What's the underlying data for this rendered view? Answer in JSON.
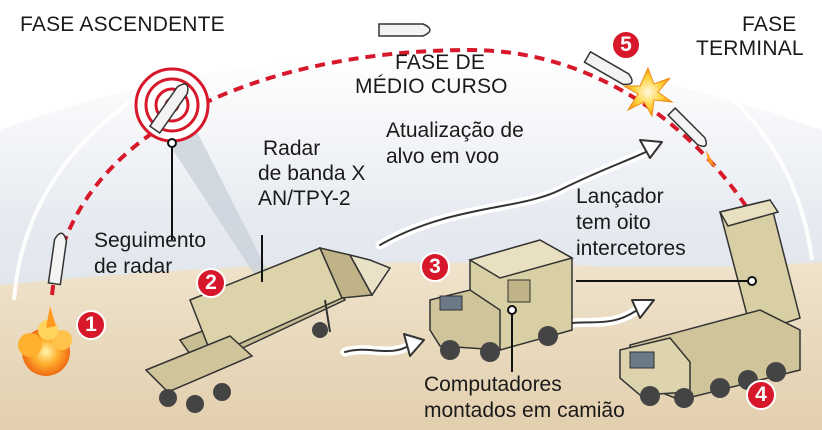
{
  "phases": {
    "ascendente": "FASE ASCENDENTE",
    "medio_line1": "FASE DE",
    "medio_line2": "MÉDIO CURSO",
    "terminal_line1": "FASE",
    "terminal_line2": "TERMINAL"
  },
  "labels": {
    "seguimento_line1": "Seguimento",
    "seguimento_line2": "de radar",
    "radar_line1": "Radar",
    "radar_line2": "de banda X",
    "radar_line3": "AN/TPY-2",
    "atualizacao_line1": "Atualização de",
    "atualizacao_line2": "alvo em voo",
    "lancador_line1": "Lançador",
    "lancador_line2": "tem oito",
    "lancador_line3": "intercetores",
    "computadores_line1": "Computadores",
    "computadores_line2": "montados em camião"
  },
  "steps": [
    "1",
    "2",
    "3",
    "4",
    "5"
  ],
  "colors": {
    "trajectory": "#d7182a",
    "badge": "#d7182a",
    "ground": "#ead9bd",
    "sky": "#dde3ec",
    "vehicle": "#d9cfa4"
  }
}
